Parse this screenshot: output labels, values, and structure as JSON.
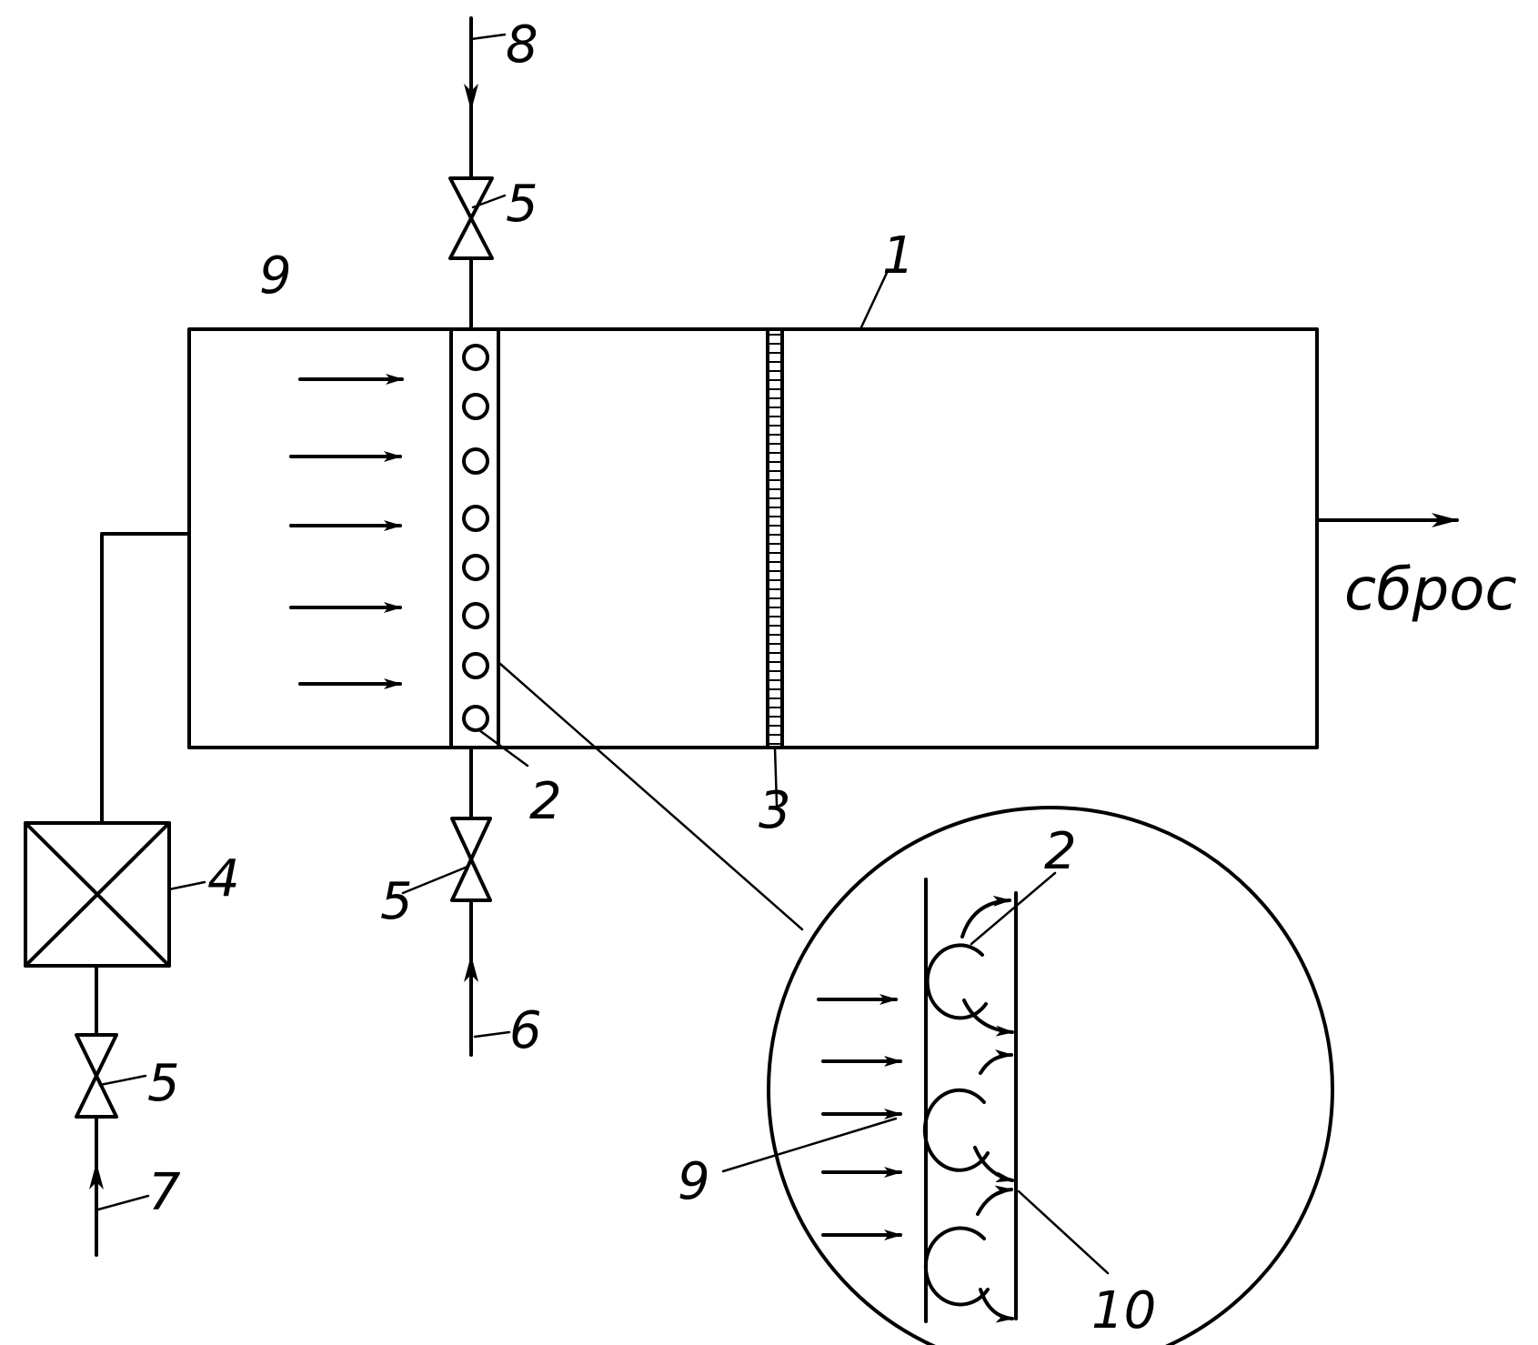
{
  "labels": {
    "housing": "1",
    "grid": "2",
    "mesh": "3",
    "unit": "4",
    "valve": "5",
    "inlet_bottom": "6",
    "inlet_unit": "7",
    "inlet_top": "8",
    "flow": "9",
    "detail": "10",
    "discharge": "сброс"
  }
}
